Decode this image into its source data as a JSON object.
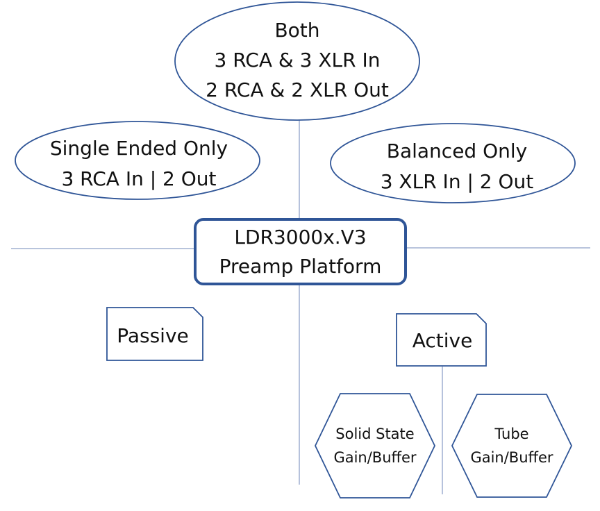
{
  "colors": {
    "outline": "#2f5597",
    "line": "#7f93bd",
    "text": "#111111",
    "background": "#ffffff"
  },
  "diagram": {
    "center": {
      "line1": "LDR3000x.V3",
      "line2": "Preamp Platform"
    },
    "both": {
      "line1": "Both",
      "line2": "3 RCA & 3 XLR In",
      "line3": "2 RCA & 2 XLR Out"
    },
    "single_ended": {
      "line1": "Single Ended Only",
      "line2": "3 RCA In | 2 Out"
    },
    "balanced": {
      "line1": "Balanced Only",
      "line2": "3 XLR In | 2 Out"
    },
    "passive": {
      "label": "Passive"
    },
    "active": {
      "label": "Active"
    },
    "solid_state": {
      "line1": "Solid State",
      "line2": "Gain/Buffer"
    },
    "tube": {
      "line1": "Tube",
      "line2": "Gain/Buffer"
    }
  }
}
